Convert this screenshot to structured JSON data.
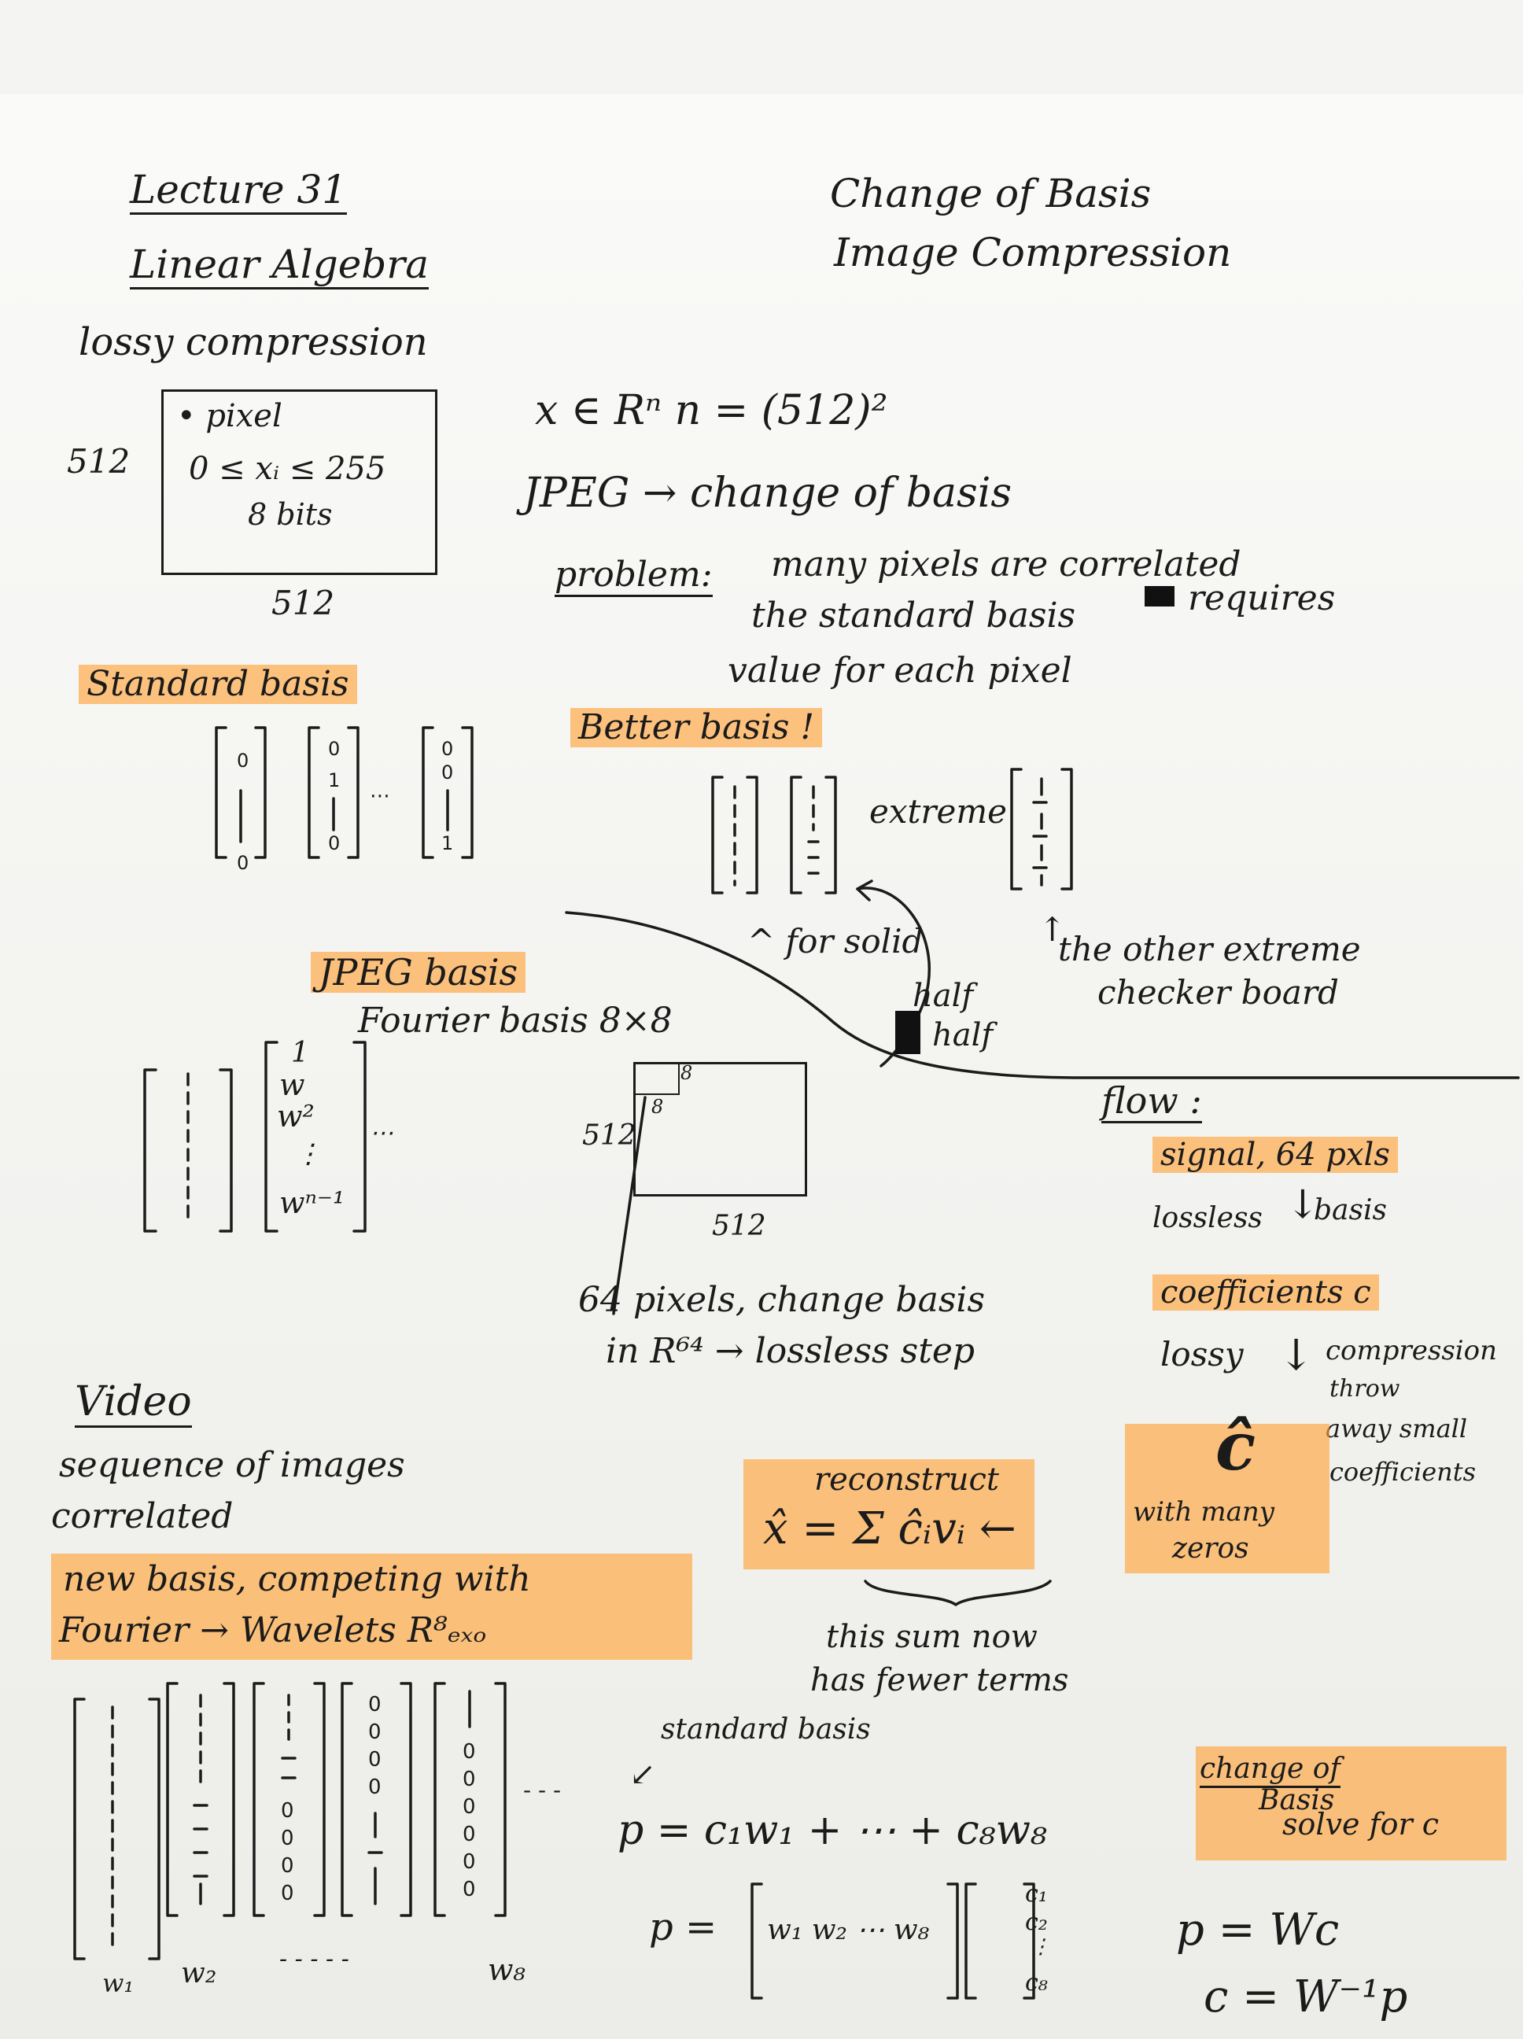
{
  "header": {
    "lecture": "Lecture 31",
    "course": "Linear Algebra",
    "topic_1": "Change of Basis",
    "topic_2": "Image Compression"
  },
  "intro": {
    "heading": "lossy compression",
    "image_box": {
      "label_1": "pixel",
      "label_2": "0 ≤ xᵢ ≤ 255",
      "label_3": "8 bits"
    },
    "side_label": "512",
    "bottom_label": "512"
  },
  "vector_space": {
    "line_1": "x ∈ Rⁿ   n = (512)²",
    "line_2": "JPEG → change of basis",
    "problem_label": "problem:",
    "problem_text_1": "many pixels are correlated",
    "problem_text_2": "the standard basis",
    "problem_text_3": "requires",
    "problem_text_4": "value for each pixel"
  },
  "standard_basis": {
    "heading": "Standard basis"
  },
  "better_basis": {
    "heading": "Better basis !",
    "extreme": "extreme",
    "solid_note": "for solid",
    "half_1": "half",
    "half_2": "half",
    "checker_1": "the other extreme",
    "checker_2": "checker board"
  },
  "jpeg": {
    "heading": "JPEG basis",
    "fourier": "Fourier basis 8×8",
    "w_entries": [
      "1",
      "w",
      "w²",
      "⋮",
      "wⁿ⁻¹"
    ],
    "block_side": "512",
    "block_bottom": "512",
    "block_8a": "8",
    "block_8b": "8",
    "note_1": "64 pixels, change basis",
    "note_2": "in R⁶⁴ → lossless step"
  },
  "flow": {
    "heading": "flow :",
    "signal": "signal, 64 pxls",
    "lossless": "lossless",
    "basis": "basis",
    "coefficients": "coefficients c",
    "lossy": "lossy",
    "compression_1": "compression",
    "compression_2": "throw",
    "compression_3": "away small",
    "compression_4": "coefficients",
    "c_hat": "ĉ",
    "zeros_1": "with many",
    "zeros_2": "zeros",
    "reconstruct": "reconstruct",
    "formula": "x̂ = Σ ĉᵢvᵢ ←",
    "sum_note_1": "this sum now",
    "sum_note_2": "has fewer terms"
  },
  "video": {
    "heading": "Video",
    "line_1": "sequence of images",
    "line_2": "correlated"
  },
  "wavelets": {
    "line_1": "new basis, competing with",
    "line_2": "Fourier → Wavelets R⁸ₑₓₒ",
    "labels": [
      "w₁",
      "w₂",
      "- - - - -",
      "w₈"
    ],
    "standard_basis": "standard basis",
    "eq_1": "p = c₁w₁ + ⋯ + c₈w₈",
    "eq_2_left": "p =",
    "eq_2_matrix": "w₁ w₂ ⋯ w₈",
    "eq_2_vector": [
      "c₁",
      "c₂",
      "⋮",
      "c₈"
    ],
    "cob_1": "change of",
    "cob_2": "Basis",
    "cob_3": "solve for c",
    "final_1": "p = Wc",
    "final_2": "c = W⁻¹p"
  }
}
